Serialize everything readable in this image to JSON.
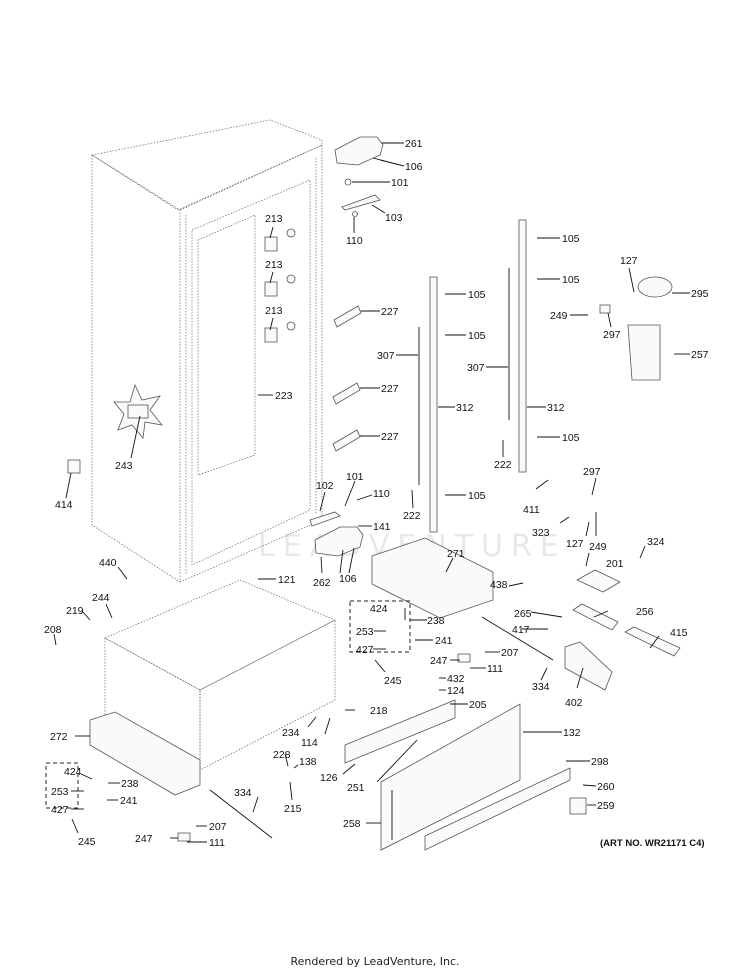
{
  "diagram": {
    "art_number": "(ART NO. WR21171 C4)",
    "watermark": "LEADVENTURE",
    "footer": "Rendered by LeadVenture, Inc.",
    "callouts": [
      {
        "id": "c261",
        "label": "261"
      },
      {
        "id": "c106a",
        "label": "106"
      },
      {
        "id": "c101a",
        "label": "101"
      },
      {
        "id": "c103",
        "label": "103"
      },
      {
        "id": "c110a",
        "label": "110"
      },
      {
        "id": "c213a",
        "label": "213"
      },
      {
        "id": "c213b",
        "label": "213"
      },
      {
        "id": "c213c",
        "label": "213"
      },
      {
        "id": "c227a",
        "label": "227"
      },
      {
        "id": "c227b",
        "label": "227"
      },
      {
        "id": "c227c",
        "label": "227"
      },
      {
        "id": "c223",
        "label": "223"
      },
      {
        "id": "c243",
        "label": "243"
      },
      {
        "id": "c414",
        "label": "414"
      },
      {
        "id": "c105a",
        "label": "105"
      },
      {
        "id": "c105b",
        "label": "105"
      },
      {
        "id": "c105c",
        "label": "105"
      },
      {
        "id": "c105d",
        "label": "105"
      },
      {
        "id": "c105e",
        "label": "105"
      },
      {
        "id": "c105f",
        "label": "105"
      },
      {
        "id": "c307a",
        "label": "307"
      },
      {
        "id": "c307b",
        "label": "307"
      },
      {
        "id": "c312a",
        "label": "312"
      },
      {
        "id": "c312b",
        "label": "312"
      },
      {
        "id": "c222a",
        "label": "222"
      },
      {
        "id": "c222b",
        "label": "222"
      },
      {
        "id": "c127a",
        "label": "127"
      },
      {
        "id": "c295",
        "label": "295"
      },
      {
        "id": "c249a",
        "label": "249"
      },
      {
        "id": "c297a",
        "label": "297"
      },
      {
        "id": "c257",
        "label": "257"
      },
      {
        "id": "c102",
        "label": "102"
      },
      {
        "id": "c101b",
        "label": "101"
      },
      {
        "id": "c110b",
        "label": "110"
      },
      {
        "id": "c141",
        "label": "141"
      },
      {
        "id": "c262",
        "label": "262"
      },
      {
        "id": "c106b",
        "label": "106"
      },
      {
        "id": "c411",
        "label": "411"
      },
      {
        "id": "c297b",
        "label": "297"
      },
      {
        "id": "c323",
        "label": "323"
      },
      {
        "id": "c127b",
        "label": "127"
      },
      {
        "id": "c249b",
        "label": "249"
      },
      {
        "id": "c324",
        "label": "324"
      },
      {
        "id": "c271",
        "label": "271"
      },
      {
        "id": "c121",
        "label": "121"
      },
      {
        "id": "c440",
        "label": "440"
      },
      {
        "id": "c244",
        "label": "244"
      },
      {
        "id": "c219",
        "label": "219"
      },
      {
        "id": "c208",
        "label": "208"
      },
      {
        "id": "c438",
        "label": "438"
      },
      {
        "id": "c201",
        "label": "201"
      },
      {
        "id": "c265",
        "label": "265"
      },
      {
        "id": "c256",
        "label": "256"
      },
      {
        "id": "c417",
        "label": "417"
      },
      {
        "id": "c415",
        "label": "415"
      },
      {
        "id": "c424a",
        "label": "424"
      },
      {
        "id": "c238a",
        "label": "238"
      },
      {
        "id": "c253a",
        "label": "253"
      },
      {
        "id": "c241a",
        "label": "241"
      },
      {
        "id": "c427a",
        "label": "427"
      },
      {
        "id": "c245a",
        "label": "245"
      },
      {
        "id": "c247a",
        "label": "247"
      },
      {
        "id": "c207a",
        "label": "207"
      },
      {
        "id": "c111a",
        "label": "111"
      },
      {
        "id": "c334a",
        "label": "334"
      },
      {
        "id": "c402",
        "label": "402"
      },
      {
        "id": "c432",
        "label": "432"
      },
      {
        "id": "c124",
        "label": "124"
      },
      {
        "id": "c205",
        "label": "205"
      },
      {
        "id": "c234",
        "label": "234"
      },
      {
        "id": "c218",
        "label": "218"
      },
      {
        "id": "c114",
        "label": "114"
      },
      {
        "id": "c132",
        "label": "132"
      },
      {
        "id": "c298",
        "label": "298"
      },
      {
        "id": "c272",
        "label": "272"
      },
      {
        "id": "c228",
        "label": "228"
      },
      {
        "id": "c138",
        "label": "138"
      },
      {
        "id": "c126",
        "label": "126"
      },
      {
        "id": "c251",
        "label": "251"
      },
      {
        "id": "c260",
        "label": "260"
      },
      {
        "id": "c259",
        "label": "259"
      },
      {
        "id": "c258",
        "label": "258"
      },
      {
        "id": "c424b",
        "label": "424"
      },
      {
        "id": "c238b",
        "label": "238"
      },
      {
        "id": "c253b",
        "label": "253"
      },
      {
        "id": "c241b",
        "label": "241"
      },
      {
        "id": "c427b",
        "label": "427"
      },
      {
        "id": "c245b",
        "label": "245"
      },
      {
        "id": "c334b",
        "label": "334"
      },
      {
        "id": "c215",
        "label": "215"
      },
      {
        "id": "c247b",
        "label": "247"
      },
      {
        "id": "c207b",
        "label": "207"
      },
      {
        "id": "c111b",
        "label": "111"
      }
    ]
  }
}
